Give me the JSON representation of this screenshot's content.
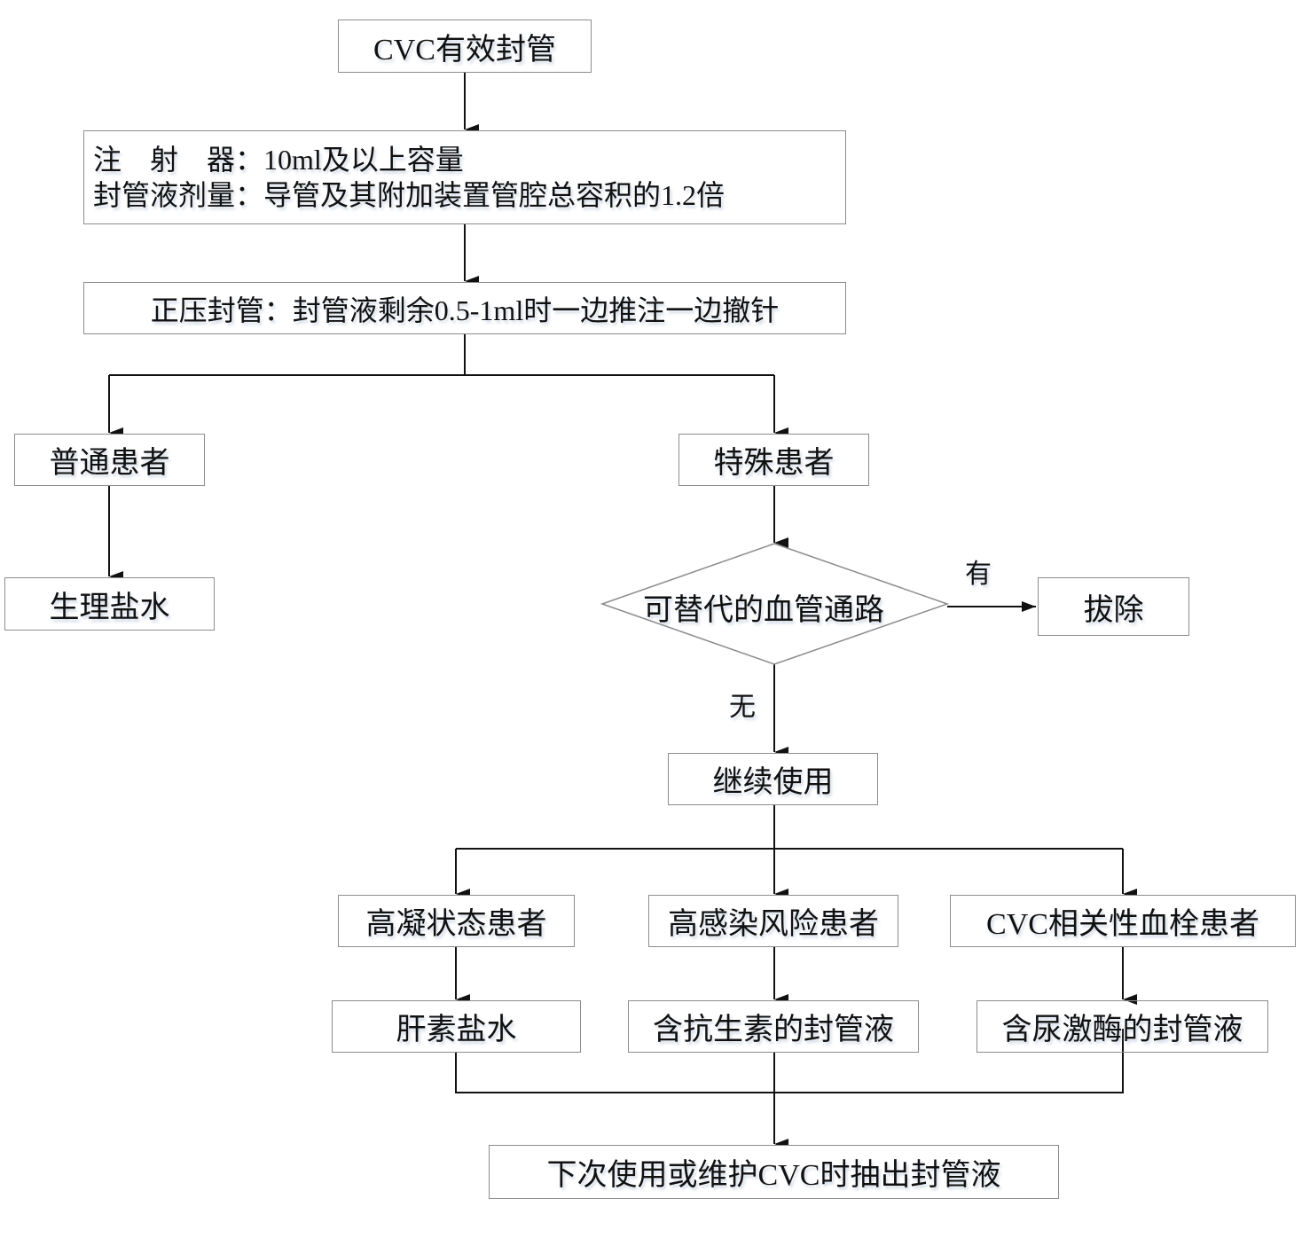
{
  "title": "CVC有效封管",
  "spec": {
    "line1": "注　射　器：10ml及以上容量",
    "line2": "封管液剂量：导管及其附加装置管腔总容积的1.2倍"
  },
  "positive_pressure": "正压封管：封管液剩余0.5-1ml时一边推注一边撤针",
  "branches": {
    "normal": {
      "label": "普通患者",
      "solution": "生理盐水"
    },
    "special": {
      "label": "特殊患者",
      "decision": "可替代的血管通路",
      "yes_label": "有",
      "yes_action": "拔除",
      "no_label": "无",
      "continue": "继续使用",
      "subgroups": [
        {
          "label": "高凝状态患者",
          "solution": "肝素盐水"
        },
        {
          "label": "高感染风险患者",
          "solution": "含抗生素的封管液"
        },
        {
          "label": "CVC相关性血栓患者",
          "solution": "含尿激酶的封管液"
        }
      ]
    }
  },
  "final_step": "下次使用或维护CVC时抽出封管液",
  "colors": {
    "box_border": "#8c8c8c",
    "line": "#111111"
  }
}
